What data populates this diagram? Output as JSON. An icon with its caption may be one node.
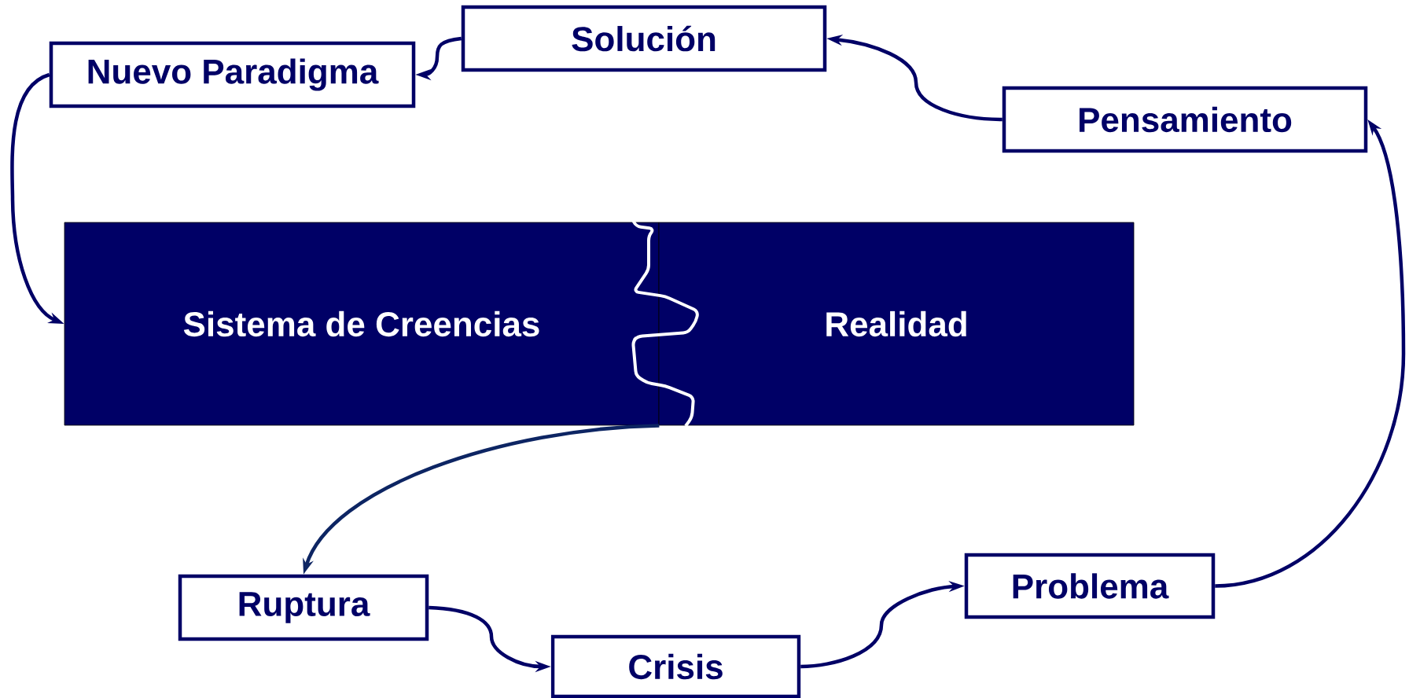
{
  "diagram": {
    "nodes": [
      {
        "text": [
          "Solución"
        ]
      },
      {
        "text": [
          "Nuevo Paradigma"
        ]
      },
      {
        "text": [
          "Pensamiento"
        ]
      },
      {
        "text": [
          "Sistema de Creencias"
        ]
      },
      {
        "text": [
          "Realidad"
        ]
      },
      {
        "text": [
          "Ruptura"
        ]
      },
      {
        "text": [
          "Crisis"
        ]
      },
      {
        "text": [
          "Problema"
        ]
      }
    ],
    "edges": [
      {
        "from": 0,
        "to": 1,
        "arrow": "to"
      },
      {
        "from": 2,
        "to": 0,
        "arrow": "to"
      },
      {
        "from": 7,
        "to": 2,
        "arrow": "to"
      },
      {
        "from": 1,
        "to": 3,
        "arrow": "to"
      },
      {
        "from": 3,
        "to": 5,
        "arrow": "to",
        "color": "#0d2563"
      },
      {
        "from": 5,
        "to": 6,
        "arrow": "to"
      },
      {
        "from": 6,
        "to": 7,
        "arrow": "to"
      }
    ]
  }
}
